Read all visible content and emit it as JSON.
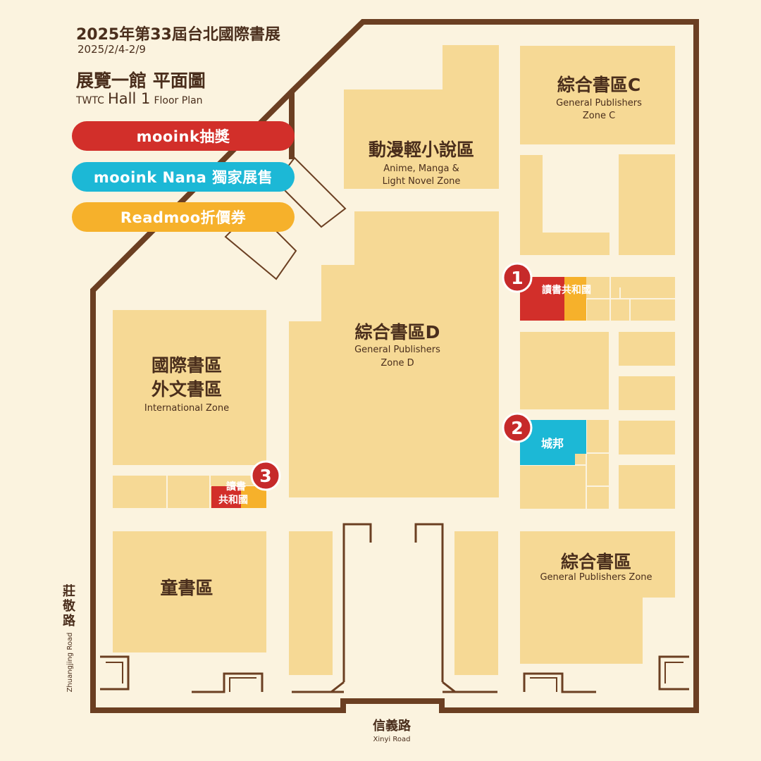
{
  "header": {
    "title": "2025年第33屆台北國際書展",
    "dates": "2025/2/4-2/9",
    "hall_title": "展覽一館 平面圖",
    "hall_prefix": "TWTC",
    "hall_name": "Hall 1",
    "hall_suffix": "Floor Plan"
  },
  "legend": [
    {
      "label": "mooink抽獎",
      "color": "#d22f2a"
    },
    {
      "label": "mooink Nana 獨家展售",
      "color": "#1cb8d6"
    },
    {
      "label": "Readmoo折價券",
      "color": "#f6b12b"
    }
  ],
  "zones": {
    "anime": {
      "zh": "動漫輕小說區",
      "en1": "Anime, Manga &",
      "en2": "Light Novel Zone"
    },
    "zone_c": {
      "zh": "綜合書區C",
      "en1": "General Publishers",
      "en2": "Zone C"
    },
    "zone_d": {
      "zh": "綜合書區D",
      "en1": "General Publishers",
      "en2": "Zone D"
    },
    "international": {
      "zh1": "國際書區",
      "zh2": "外文書區",
      "en": "International Zone"
    },
    "children": {
      "zh": "童書區"
    },
    "general": {
      "zh": "綜合書區",
      "en": "General Publishers Zone"
    }
  },
  "booths": {
    "dushu_1": "讀書共和國",
    "chengbang": "城邦",
    "dushu_3a": "讀書",
    "dushu_3b": "共和國"
  },
  "markers": [
    "1",
    "2",
    "3"
  ],
  "roads": {
    "bottom_zh": "信義路",
    "bottom_en": "Xinyi Road",
    "left_zh1": "莊",
    "left_zh2": "敬",
    "left_zh3": "路",
    "left_en": "Zhuangjing Road"
  },
  "colors": {
    "background": "#fbf3df",
    "block": "#f6d995",
    "wall": "#6b3f22",
    "text": "#4a2e1c"
  }
}
